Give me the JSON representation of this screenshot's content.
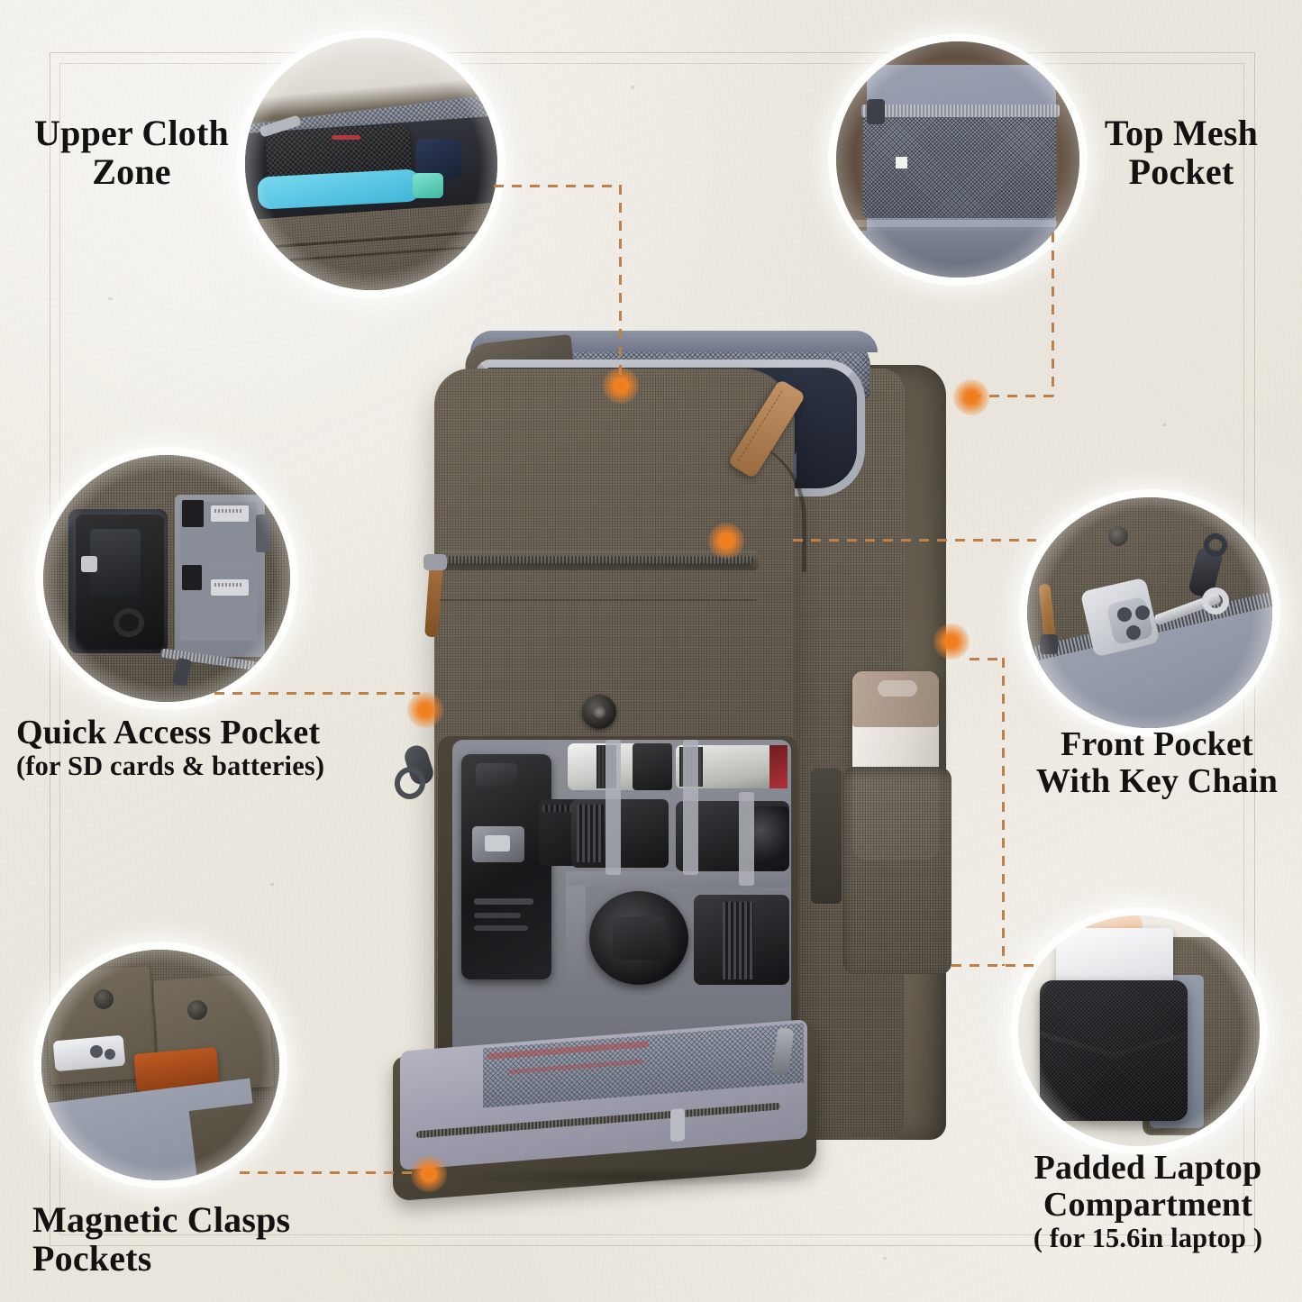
{
  "page": {
    "type": "product-feature-infographic",
    "subject": "camera backpack",
    "background_color": "#ece9e1",
    "accent_color": "#ef8224",
    "connector_color": "#bf8047",
    "text_color": "#141210"
  },
  "callouts": [
    {
      "id": "upper-cloth-zone",
      "title_line1": "Upper Cloth",
      "title_line2": "Zone",
      "subtitle": "",
      "inset_alt": "top zipped compartment holding a black mesh pouch, blue item and teal item",
      "position": "top-left"
    },
    {
      "id": "top-mesh-pocket",
      "title_line1": "Top Mesh",
      "title_line2": "Pocket",
      "subtitle": "",
      "inset_alt": "grey nylon lid interior with zippered mesh pocket",
      "position": "top-right"
    },
    {
      "id": "quick-access-pocket",
      "title_line1": "Quick Access Pocket",
      "title_line2": "",
      "subtitle": "(for SD cards & batteries)",
      "inset_alt": "side quick access flap open showing DSLR body and SD card / battery organiser panel",
      "position": "middle-left"
    },
    {
      "id": "front-pocket-key-chain",
      "title_line1": "Front Pocket",
      "title_line2": "With Key Chain",
      "subtitle": "",
      "inset_alt": "front zip pocket with smartphone and keys on a key clip",
      "position": "middle-right"
    },
    {
      "id": "magnetic-clasps-pockets",
      "title_line1": "Magnetic Clasps",
      "title_line2": "Pockets",
      "subtitle": "",
      "inset_alt": "twin front pockets with magnetic buttons holding a phone and a leather wallet",
      "position": "bottom-left"
    },
    {
      "id": "padded-laptop-compartment",
      "title_line1": "Padded Laptop",
      "title_line2": "Compartment",
      "subtitle": "( for 15.6in laptop )",
      "inset_alt": "hand sliding a silver laptop into the padded rear sleeve",
      "position": "bottom-right"
    }
  ],
  "hero": {
    "alt": "olive canvas camera backpack, top lid open with headphones, front flap open showing DSLR camera and four lenses in grey dividers, water bottle in side pocket",
    "contents": [
      "over-ear headphones",
      "DSLR camera body",
      "telephoto zoom lens",
      "white telephoto lens",
      "wide angle lens",
      "prime lens",
      "water bottle"
    ]
  }
}
